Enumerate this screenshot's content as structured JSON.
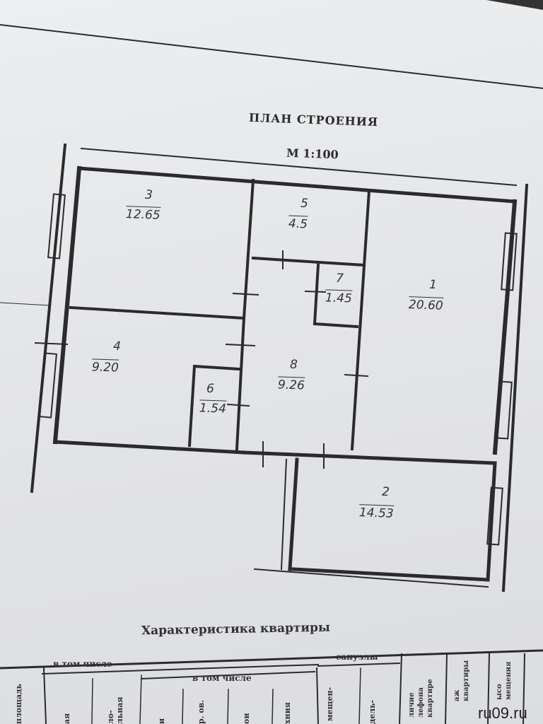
{
  "plan": {
    "title": "ПЛАН СТРОЕНИЯ",
    "scale": "М 1:100",
    "rooms": [
      {
        "number": "3",
        "area": "12.65"
      },
      {
        "number": "5",
        "area": "4.5"
      },
      {
        "number": "1",
        "area": "20.60"
      },
      {
        "number": "7",
        "area": "1.45"
      },
      {
        "number": "4",
        "area": "9.20"
      },
      {
        "number": "8",
        "area": "9.26"
      },
      {
        "number": "6",
        "area": "1.54"
      },
      {
        "number": "2",
        "area": "14.53"
      }
    ]
  },
  "table": {
    "title": "Характеристика квартиры",
    "group_1": "в том числе",
    "group_2": "в том числе",
    "group_3": "санузлы",
    "columns": [
      "площадь",
      "ая",
      "ло-льная",
      "и",
      "р. ов.",
      "ои",
      "хния",
      "мещен-",
      "дель-",
      "личие лефона квартире",
      "аж квартиры",
      "ысо мещения"
    ]
  },
  "watermark": "ru09.ru"
}
